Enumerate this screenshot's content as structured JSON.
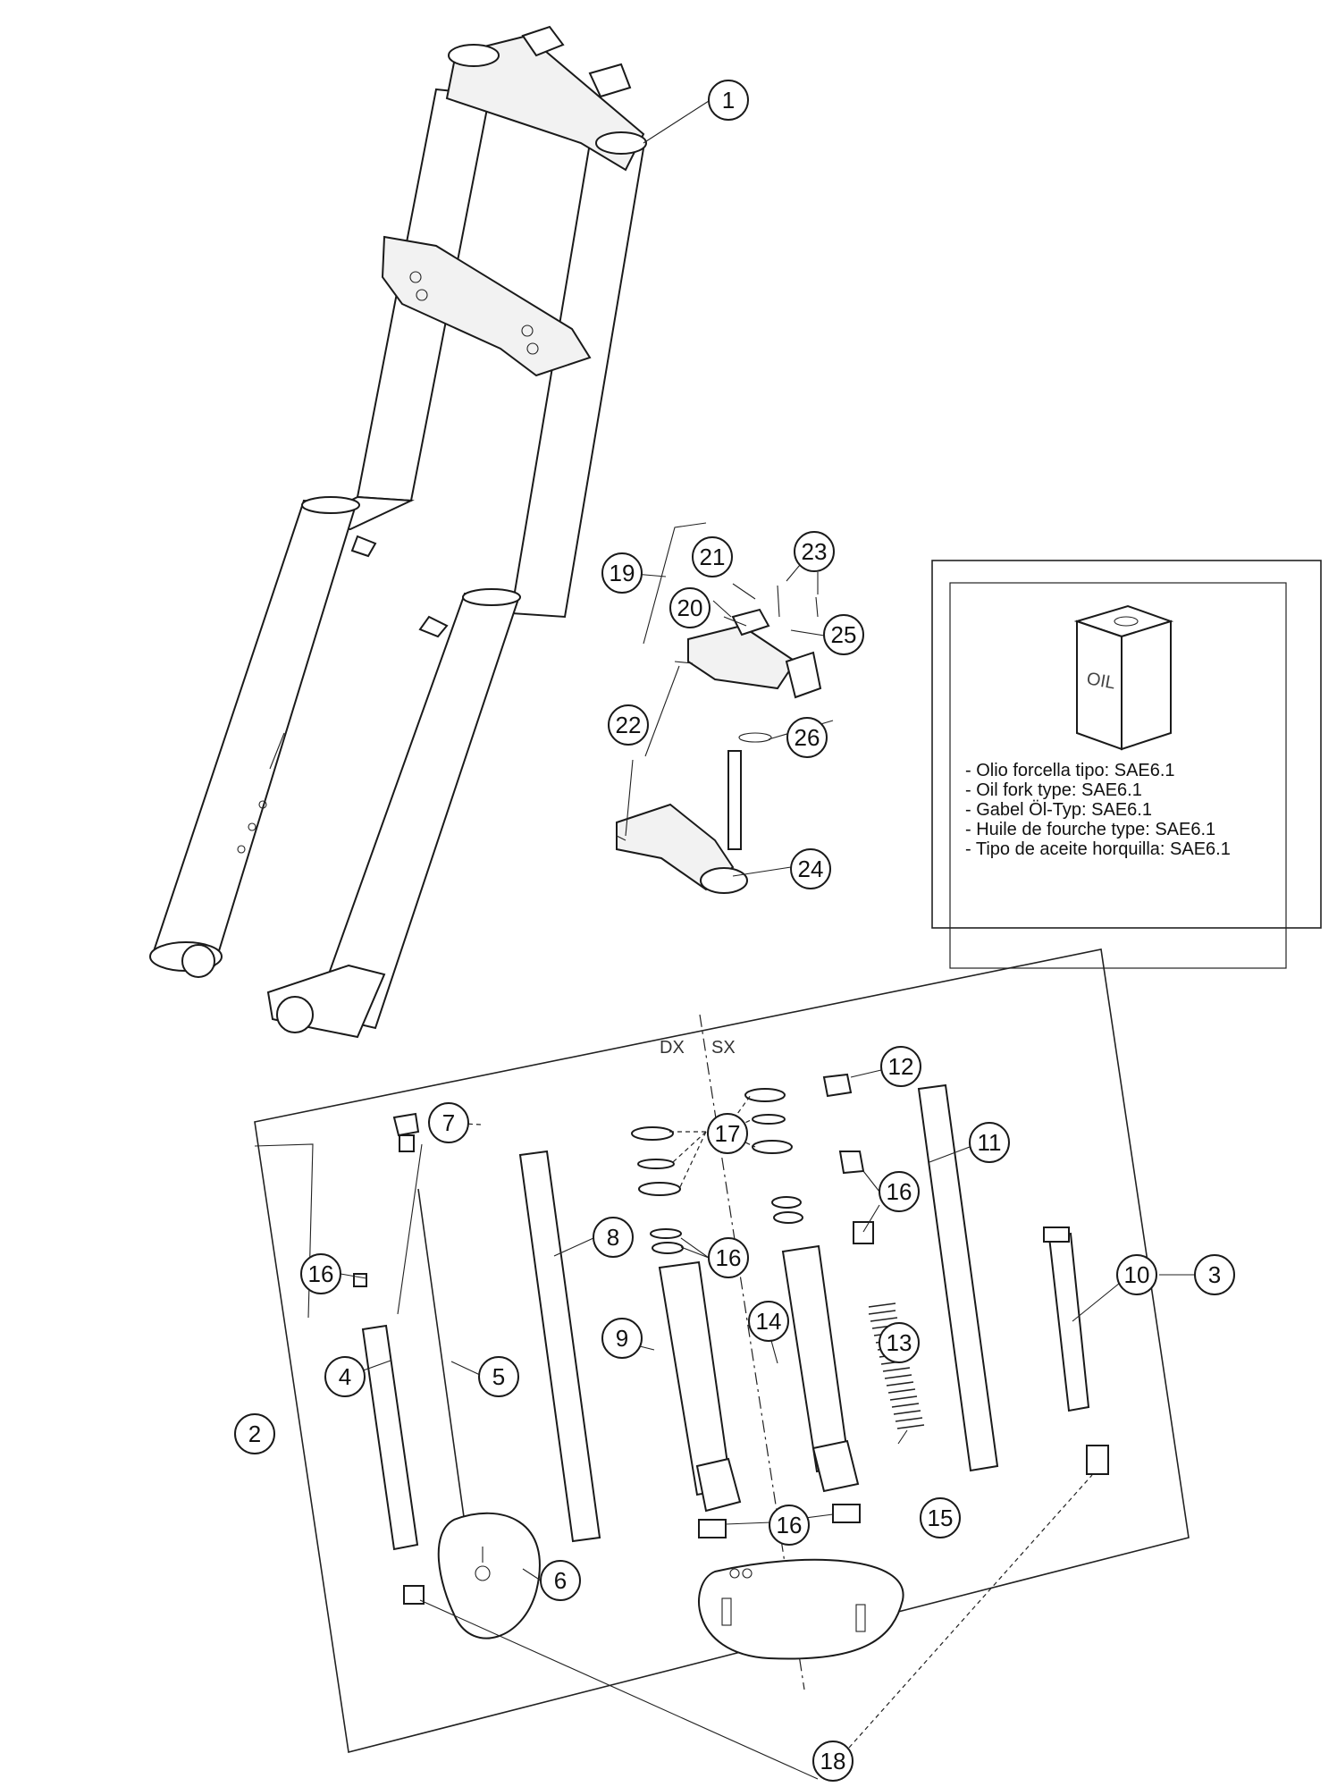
{
  "callouts": [
    "1",
    "2",
    "3",
    "4",
    "5",
    "6",
    "7",
    "8",
    "9",
    "10",
    "11",
    "12",
    "13",
    "14",
    "15",
    "16",
    "16",
    "16",
    "16",
    "16",
    "17",
    "18",
    "19",
    "20",
    "21",
    "22",
    "23",
    "24",
    "25",
    "26"
  ],
  "side_labels": {
    "right": "DX",
    "left": "SX"
  },
  "oil_box": {
    "can_label": "OIL",
    "lines": [
      "- Olio forcella tipo: SAE6.1",
      "- Oil fork type: SAE6.1",
      "- Gabel Öl-Typ: SAE6.1",
      "- Huile de fourche type: SAE6.1",
      "- Tipo de aceite horquilla: SAE6.1"
    ]
  }
}
